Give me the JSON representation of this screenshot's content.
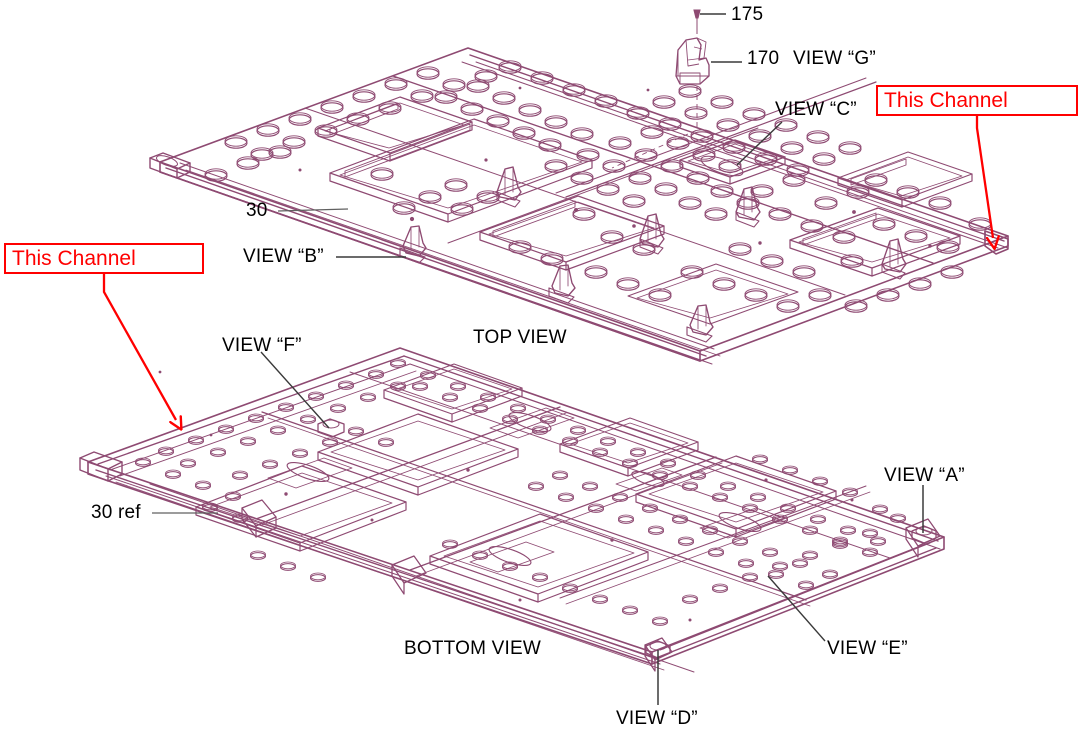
{
  "drawing": {
    "type": "isometric-exploded-assembly",
    "line_color": "#8e4a72",
    "leader_color": "#3a3a3a",
    "callout_color": "#ff0000",
    "background": "#ffffff"
  },
  "views": {
    "top": {
      "label": "TOP VIEW"
    },
    "bottom": {
      "label": "BOTTOM VIEW"
    }
  },
  "labels": {
    "view_a": "VIEW  “A”",
    "view_b": "VIEW  “B”",
    "view_c": "VIEW  “C”",
    "view_d": "VIEW  “D”",
    "view_e": "VIEW  “E”",
    "view_f": "VIEW  “F”",
    "view_g": "VIEW  “G”",
    "top_view": "TOP VIEW",
    "bottom_view": "BOTTOM VIEW"
  },
  "part_numbers": {
    "item_30": "30",
    "item_30_ref": "30 ref",
    "item_170": "170",
    "item_175": "175"
  },
  "callouts": [
    {
      "id": "callout-right",
      "text": "This Channel"
    },
    {
      "id": "callout-left",
      "text": "This Channel"
    }
  ]
}
